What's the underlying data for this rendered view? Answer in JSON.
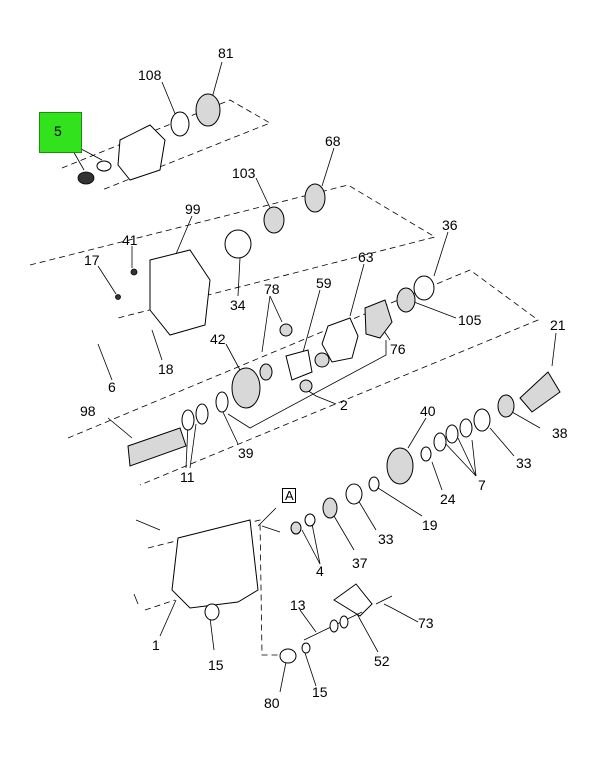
{
  "highlight": {
    "callout": "5"
  },
  "box_label": "A",
  "callouts": {
    "c108": "108",
    "c81": "81",
    "c68": "68",
    "c103": "103",
    "c99": "99",
    "c41": "41",
    "c17": "17",
    "c34": "34",
    "c36": "36",
    "c63": "63",
    "c78": "78",
    "c59": "59",
    "c105": "105",
    "c76": "76",
    "c21": "21",
    "c6": "6",
    "c18": "18",
    "c42": "42",
    "c2": "2",
    "c98": "98",
    "c39": "39",
    "c11": "11",
    "c40": "40",
    "c38": "38",
    "c33a": "33",
    "c7": "7",
    "c24": "24",
    "c19": "19",
    "c33b": "33",
    "c37": "37",
    "c4": "4",
    "c1": "1",
    "c15a": "15",
    "c13": "13",
    "c73": "73",
    "c52": "52",
    "c80": "80",
    "c15b": "15"
  }
}
